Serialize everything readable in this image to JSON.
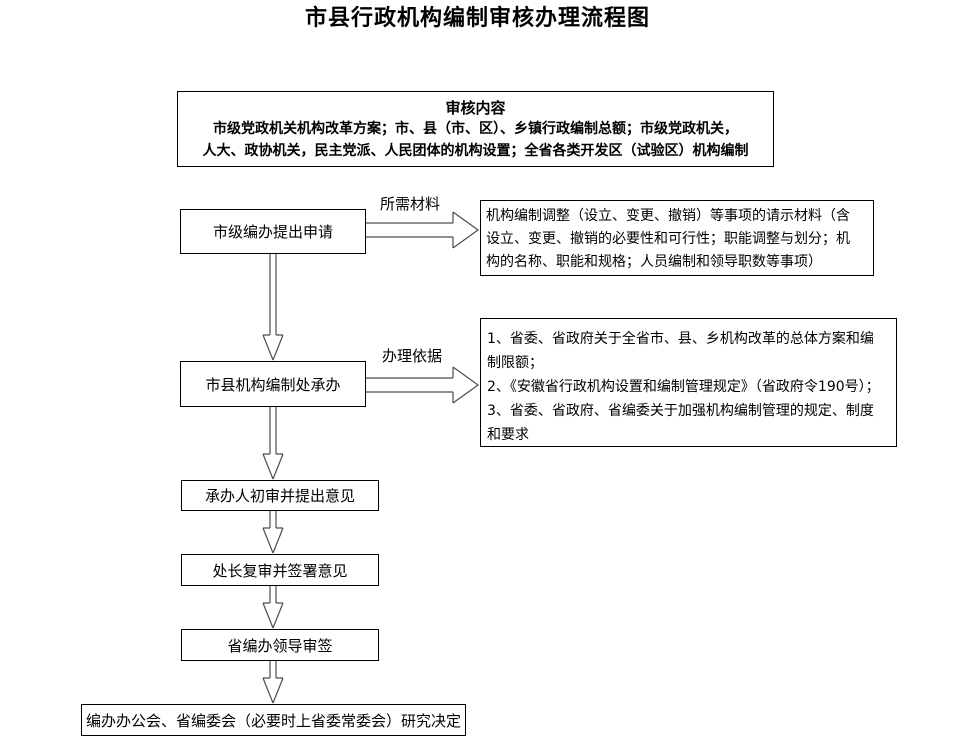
{
  "title": "市县行政机构编制审核办理流程图",
  "review_box": {
    "header": "审核内容",
    "lines": [
      "市级党政机关机构改革方案；市、县（市、区）、乡镇行政编制总额；市级党政机关，",
      "人大、政协机关，民主党派、人民团体的机构设置；全省各类开发区（试验区）机构编制"
    ]
  },
  "steps": {
    "s1": "市级编办提出申请",
    "s2": "市县机构编制处承办",
    "s3": "承办人初审并提出意见",
    "s4": "处长复审并签署意见",
    "s5": "省编办领导审签",
    "s6": "编办办公会、省编委会（必要时上省委常委会）研究决定"
  },
  "side_notes": {
    "materials": {
      "label": "所需材料",
      "lines": [
        "机构编制调整（设立、变更、撤销）等事项的请示材料（含",
        "设立、变更、撤销的必要性和可行性；职能调整与划分；机",
        "构的名称、职能和规格；人员编制和领导职数等事项）"
      ]
    },
    "basis": {
      "label": "办理依据",
      "lines": [
        "1、省委、省政府关于全省市、县、乡机构改革的总体方案和编",
        "制限额；",
        "2、《安徽省行政机构设置和编制管理规定》（省政府令190号）；",
        "3、省委、省政府、省编委关于加强机构编制管理的规定、制度",
        "和要求"
      ]
    }
  },
  "colors": {
    "background": "#ffffff",
    "text": "#000000",
    "box_border": "#000000",
    "arrow": "#4d4d4d"
  }
}
